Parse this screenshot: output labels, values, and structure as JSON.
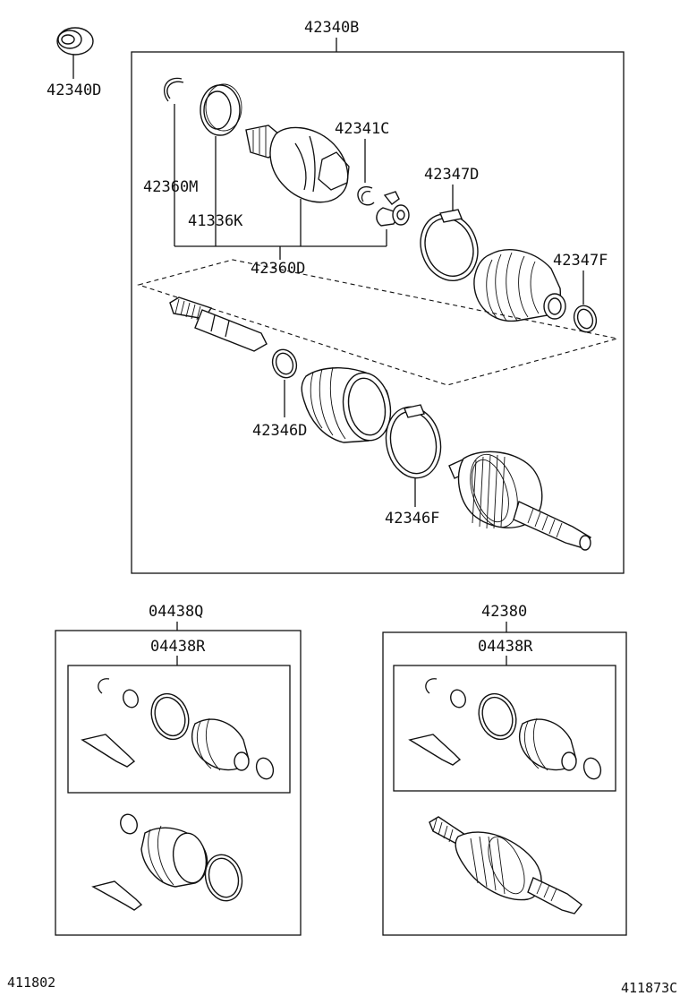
{
  "labels": {
    "p42340D": "42340D",
    "p42340B": "42340B",
    "p42341C": "42341C",
    "p42360M": "42360M",
    "p41336K": "41336K",
    "p42347D": "42347D",
    "p42360D": "42360D",
    "p42347F": "42347F",
    "p42346D": "42346D",
    "p42346F": "42346F",
    "p04438Q": "04438Q",
    "p04438R_left": "04438R",
    "p42380": "42380",
    "p04438R_right": "04438R"
  },
  "refs": {
    "left": "411802",
    "right": "411873C"
  }
}
